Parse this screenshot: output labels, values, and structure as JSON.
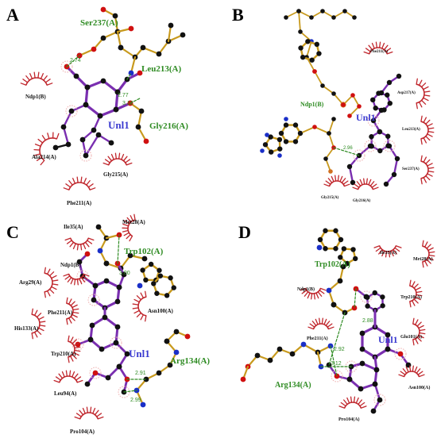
{
  "figure": {
    "panels": [
      {
        "letter": "A",
        "ligand": "Unl1",
        "hbond_residues": [
          "Ser237(A)",
          "Leu213(A)",
          "Gly216(A)"
        ],
        "hydrophobic_residues": [
          "Ndp1(B)",
          "Ala214(A)",
          "Gly215(A)",
          "Phe211(A)"
        ],
        "distances": [
          "2.74",
          "2.77",
          "3.12"
        ]
      },
      {
        "letter": "B",
        "ligand": "Unl1",
        "hbond_residues": [
          "Ndp1(B)"
        ],
        "hydrophobic_residues": [
          "Phe211(A)",
          "Asp217(A)",
          "Leu213(A)",
          "Ser237(A)",
          "Gly215(A)",
          "Gly216(A)"
        ],
        "distances": [
          "2.96"
        ]
      },
      {
        "letter": "C",
        "ligand": "Unl1",
        "hbond_residues": [
          "Trp102(A)",
          "Arg134(A)"
        ],
        "hydrophobic_residues": [
          "Met28(A)",
          "Ile35(A)",
          "Ndp1(B)",
          "Arg29(A)",
          "Phe211(A)",
          "Asn100(A)",
          "His133(A)",
          "Trp210(A)",
          "Leu94(A)",
          "Pro104(A)"
        ],
        "distances": [
          "3.00",
          "2.91",
          "2.99"
        ]
      },
      {
        "letter": "D",
        "ligand": "Unl1",
        "hbond_residues": [
          "Trp102(A)",
          "Arg134(A)"
        ],
        "hydrophobic_residues": [
          "Ile35(A)",
          "Met28(A)",
          "Ndp1(B)",
          "Trp210(A)",
          "Phe211(A)",
          "Glu101(A)",
          "Asn100(A)",
          "Pro104(A)"
        ],
        "distances": [
          "2.88",
          "2.92",
          "3.12"
        ]
      }
    ],
    "colors": {
      "hbond_label": "#2e8b22",
      "ligand_label": "#3a3ad0",
      "ligand_bond": "#7a2fb0",
      "residue_bond": "#c89a1e",
      "hydrophobic_arc": "#c0272d",
      "carbon": "#111111",
      "oxygen": "#d01010",
      "nitrogen": "#1a2fc8"
    }
  }
}
